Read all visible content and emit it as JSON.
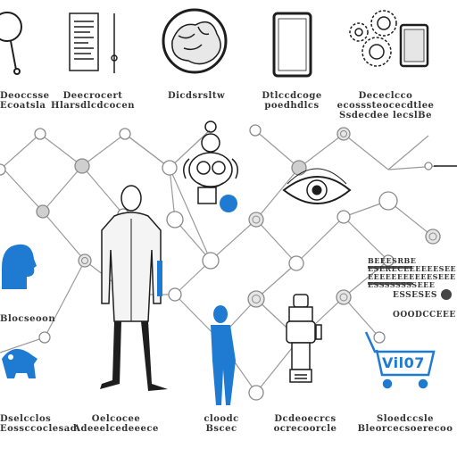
{
  "labels": {
    "top_1_line_1": "Deoccsse",
    "top_1_line_2": "Ecoatsla",
    "top_2_line_1": "Deecrocert",
    "top_2_line_2": "Hlarsdlcdcocen",
    "top_3_line_1": "Dicdsrsltw",
    "top_4_line_1": "Dtlccdcoge",
    "top_4_line_2": "poedhdlcs",
    "top_5_line_1": "Dececlcco",
    "top_5_line_2": "ecosssteocecdtlee",
    "top_5_line_3": "Ssdecdee lecslBe",
    "right_block_line_1": "BEEESRBE",
    "right_block_line_2": "ESERECEEEEEESEE",
    "right_block_line_3": "EEEEEEEEEEESEEE",
    "right_block_line_4": "ESSSSSSSSEEE",
    "right_row_1": "ESSESES",
    "right_row_2": "OOODCCEEE",
    "left_mid": "Blocseoon",
    "cart_badge": "Vil07",
    "bot_1_line_1": "Dselcclos",
    "bot_1_line_2": "Eossccoclesad",
    "bot_2_line_1": "Oelcocee",
    "bot_2_line_2": "Adeeelcedeeece",
    "bot_3_line_1": "cloodc",
    "bot_3_line_2": "Bscec",
    "bot_4_line_1": "Dcdeoecrcs",
    "bot_4_line_2": "ocrecoorcle",
    "bot_5_line_1": "Sloedccsle",
    "bot_5_line_2": "Bleorcecsoerecoo"
  },
  "colors": {
    "accent_blue": "#1f7bd1",
    "ink": "#1e1e1e",
    "node_fill": "#cfcfcf",
    "line": "#9a9a9a"
  },
  "icons": [
    "magnifier-icon",
    "document-icon",
    "brain-globe-icon",
    "tablet-icon",
    "gears-icon",
    "robot-face-icon",
    "eye-icon",
    "head-profile-icon",
    "doctor-figure-icon",
    "woman-figure-icon",
    "robot-body-icon",
    "shopping-cart-icon",
    "piggy-bank-icon"
  ]
}
